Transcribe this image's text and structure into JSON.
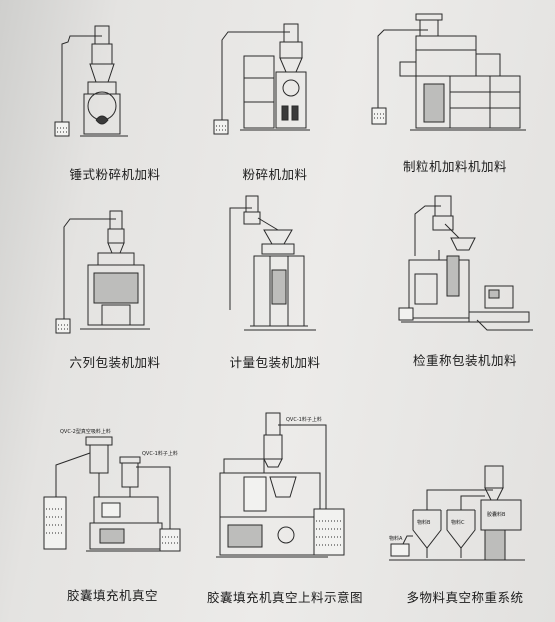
{
  "figures": [
    {
      "caption": "锤式粉碎机加料"
    },
    {
      "caption": "粉碎机加料"
    },
    {
      "caption": "制粒机加料机加料"
    },
    {
      "caption": "六列包装机加料"
    },
    {
      "caption": "计量包装机加料"
    },
    {
      "caption": "检重称包装机加料"
    },
    {
      "caption": "胶囊填充机真空",
      "annotations": [
        "QVC-2型真空吸料上料",
        "QVC-1料子上料"
      ]
    },
    {
      "caption": "胶囊填充机真空上料示意图",
      "annotations": [
        "QVC-1料子上料"
      ]
    },
    {
      "caption": "多物料真空称重系统",
      "annotations": [
        "胶囊料B",
        "物料B",
        "物料C",
        "物料A"
      ]
    }
  ]
}
